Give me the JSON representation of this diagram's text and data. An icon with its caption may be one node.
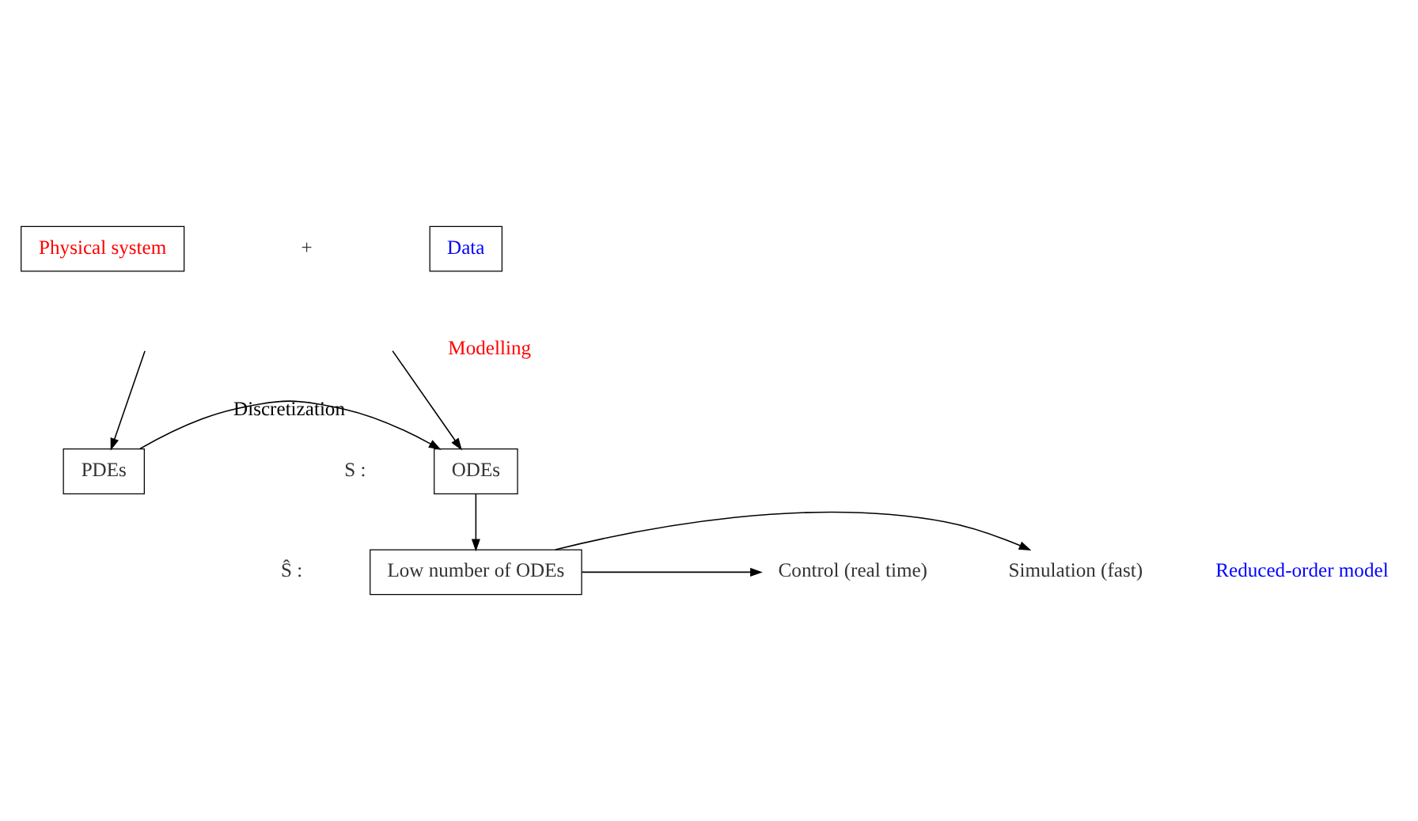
{
  "diagram": {
    "nodes": [
      {
        "text": [
          "Physical system"
        ]
      },
      {
        "text": [
          "Data"
        ]
      },
      {
        "text": [
          "ODEs"
        ],
        "beside": [
          "S :"
        ]
      },
      {
        "text": [
          "PDEs"
        ]
      },
      {
        "text": [
          "Low number of ODEs"
        ],
        "beside": [
          "Ŝ :"
        ]
      },
      {
        "text": [
          "Simulation (fast)"
        ]
      },
      {
        "text": [
          "Control (real time)"
        ]
      }
    ],
    "edges": [
      {
        "from": null,
        "to": 2,
        "arrow": "to"
      },
      {
        "from": null,
        "to": 3,
        "arrow": "to"
      },
      {
        "from": 3,
        "to": 2,
        "arrow": "to",
        "label": "Discretization"
      },
      {
        "from": 2,
        "to": 4,
        "arrow": "to"
      },
      {
        "from": 4,
        "to": 5,
        "arrow": "to"
      },
      {
        "from": 4,
        "to": 6,
        "arrow": "to"
      }
    ],
    "labels": [
      "+",
      "Modelling",
      "Reduced-order model"
    ]
  }
}
